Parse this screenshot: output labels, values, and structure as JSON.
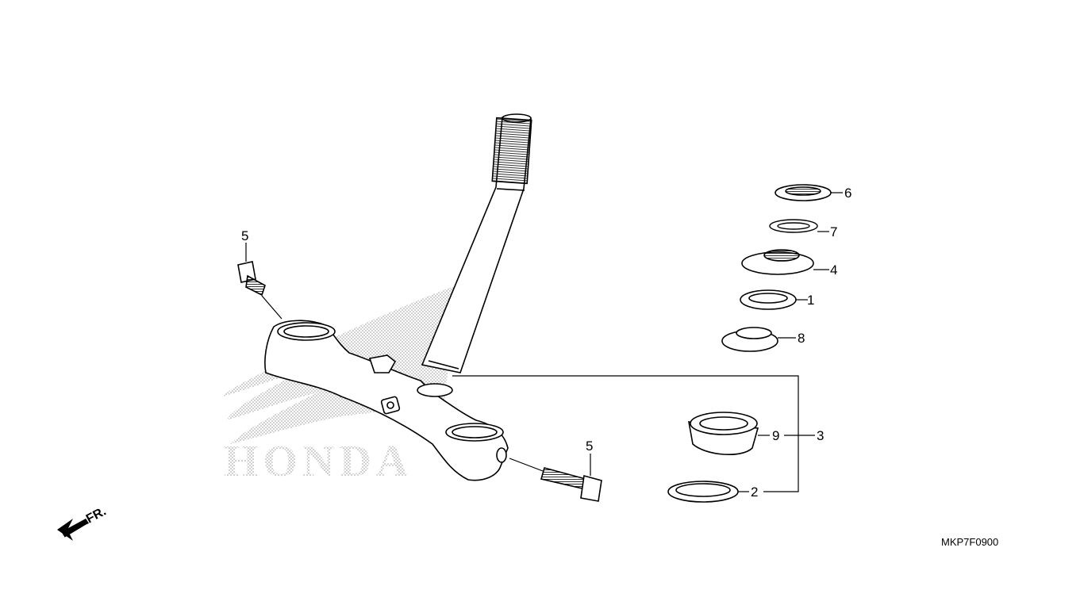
{
  "diagram": {
    "watermark": "HONDA",
    "figure_code": "MKP7F0900",
    "direction_label": "FR.",
    "callouts": [
      {
        "id": "c1",
        "label": "1"
      },
      {
        "id": "c2",
        "label": "2"
      },
      {
        "id": "c3",
        "label": "3"
      },
      {
        "id": "c4",
        "label": "4"
      },
      {
        "id": "c5a",
        "label": "5"
      },
      {
        "id": "c5b",
        "label": "5"
      },
      {
        "id": "c6",
        "label": "6"
      },
      {
        "id": "c7",
        "label": "7"
      },
      {
        "id": "c8",
        "label": "8"
      },
      {
        "id": "c9",
        "label": "9"
      }
    ]
  }
}
